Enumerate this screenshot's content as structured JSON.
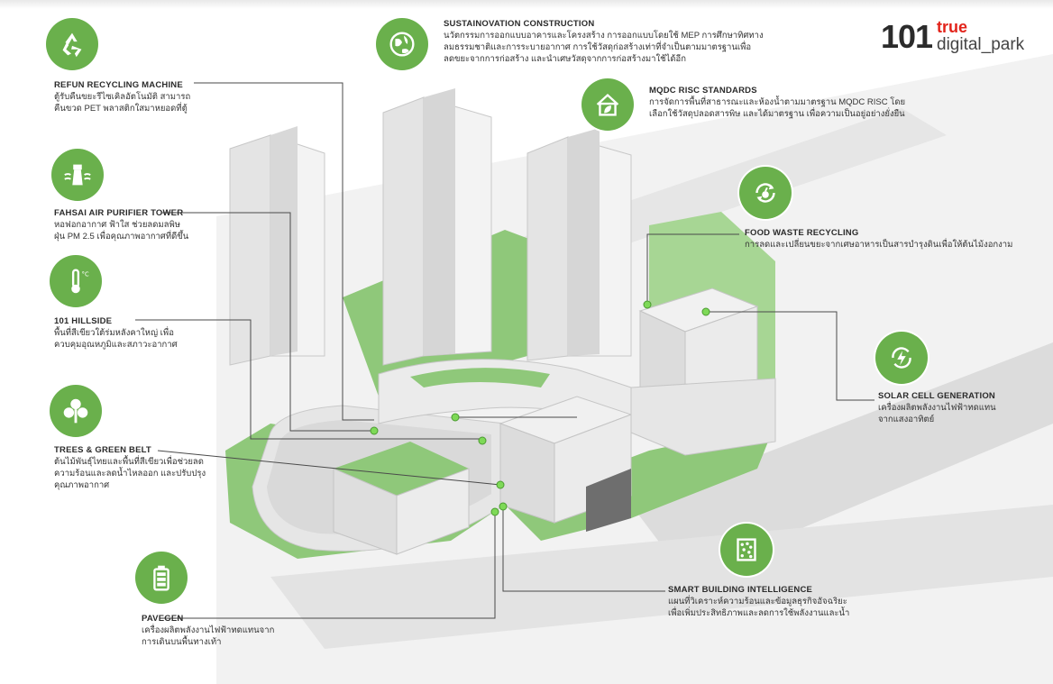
{
  "logo": {
    "number": "101",
    "brand": "true",
    "sub": "digital_park"
  },
  "colors": {
    "accent": "#6ab04c",
    "dot": "#7ed957",
    "line": "#4a4a4a",
    "building": "#e9e9e9",
    "green_area": "#8fc87a"
  },
  "features": [
    {
      "id": "sustainovation",
      "icon": "globe-leaf-icon",
      "title": "SUSTAINOVATION CONSTRUCTION",
      "desc": [
        "นวัตกรรมการออกแบบอาคารและโครงสร้าง การออกแบบโดยใช้ MEP การศึกษาทิศทาง",
        "ลมธรรมชาติและการระบายอากาศ การใช้วัสดุก่อสร้างเท่าที่จำเป็นตามมาตรฐานเพื่อ",
        "ลดขยะจากการก่อสร้าง และนำเศษวัสดุจากการก่อสร้างมาใช้ได้อีก"
      ]
    },
    {
      "id": "refun",
      "icon": "recycle-icon",
      "title": "REFUN RECYCLING MACHINE",
      "desc": [
        "ตู้รับคืนขยะรีไซเคิลอัตโนมัติ สามารถ",
        "คืนขวด PET พลาสติกใสมาหยอดที่ตู้"
      ]
    },
    {
      "id": "mqdc",
      "icon": "green-house-icon",
      "title": "MQDC RISC STANDARDS",
      "desc": [
        "การจัดการพื้นที่สาธารณะและห้องน้ำตามมาตรฐาน MQDC RISC โดย",
        "เลือกใช้วัสดุปลอดสารพิษ และได้มาตรฐาน เพื่อความเป็นอยู่อย่างยั่งยืน"
      ]
    },
    {
      "id": "fahsai",
      "icon": "air-tower-icon",
      "title": "FAHSAI AIR PURIFIER TOWER",
      "desc": [
        "หอฟอกอากาศ ฟ้าใส ช่วยลดมลพิษ",
        "ฝุ่น PM 2.5 เพื่อคุณภาพอากาศที่ดีขึ้น"
      ]
    },
    {
      "id": "food",
      "icon": "food-recycle-icon",
      "title": "FOOD WASTE RECYCLING",
      "desc": [
        "การลดและเปลี่ยนขยะจากเศษอาหารเป็นสารบำรุงดินเพื่อให้ต้นไม้งอกงาม"
      ]
    },
    {
      "id": "hillside",
      "icon": "thermometer-icon",
      "title": "101 HILLSIDE",
      "desc": [
        "พื้นที่สีเขียวใต้ร่มหลังคาใหญ่ เพื่อ",
        "ควบคุมอุณหภูมิและสภาวะอากาศ"
      ]
    },
    {
      "id": "solar",
      "icon": "solar-energy-icon",
      "title": "SOLAR CELL GENERATION",
      "desc": [
        "เครื่องผลิตพลังงานไฟฟ้าทดแทน",
        "จากแสงอาทิตย์"
      ]
    },
    {
      "id": "trees",
      "icon": "tree-icon",
      "title": "TREES & GREEN BELT",
      "desc": [
        "ต้นไม้พันธุ์ไทยและพื้นที่สีเขียวเพื่อช่วยลด",
        "ความร้อนและลดน้ำไหลออก และปรับปรุง",
        "คุณภาพอากาศ"
      ]
    },
    {
      "id": "smart",
      "icon": "smart-building-icon",
      "title": "SMART BUILDING INTELLIGENCE",
      "desc": [
        "แผนที่วิเคราะห์ความร้อนและข้อมูลธุรกิจอัจฉริยะ",
        "เพื่อเพิ่มประสิทธิภาพและลดการใช้พลังงานและน้ำ"
      ]
    },
    {
      "id": "pavegen",
      "icon": "battery-icon",
      "title": "PAVEGEN",
      "desc": [
        "เครื่องผลิตพลังงานไฟฟ้าทดแทนจาก",
        "การเดินบนพื้นทางเท้า"
      ]
    }
  ]
}
